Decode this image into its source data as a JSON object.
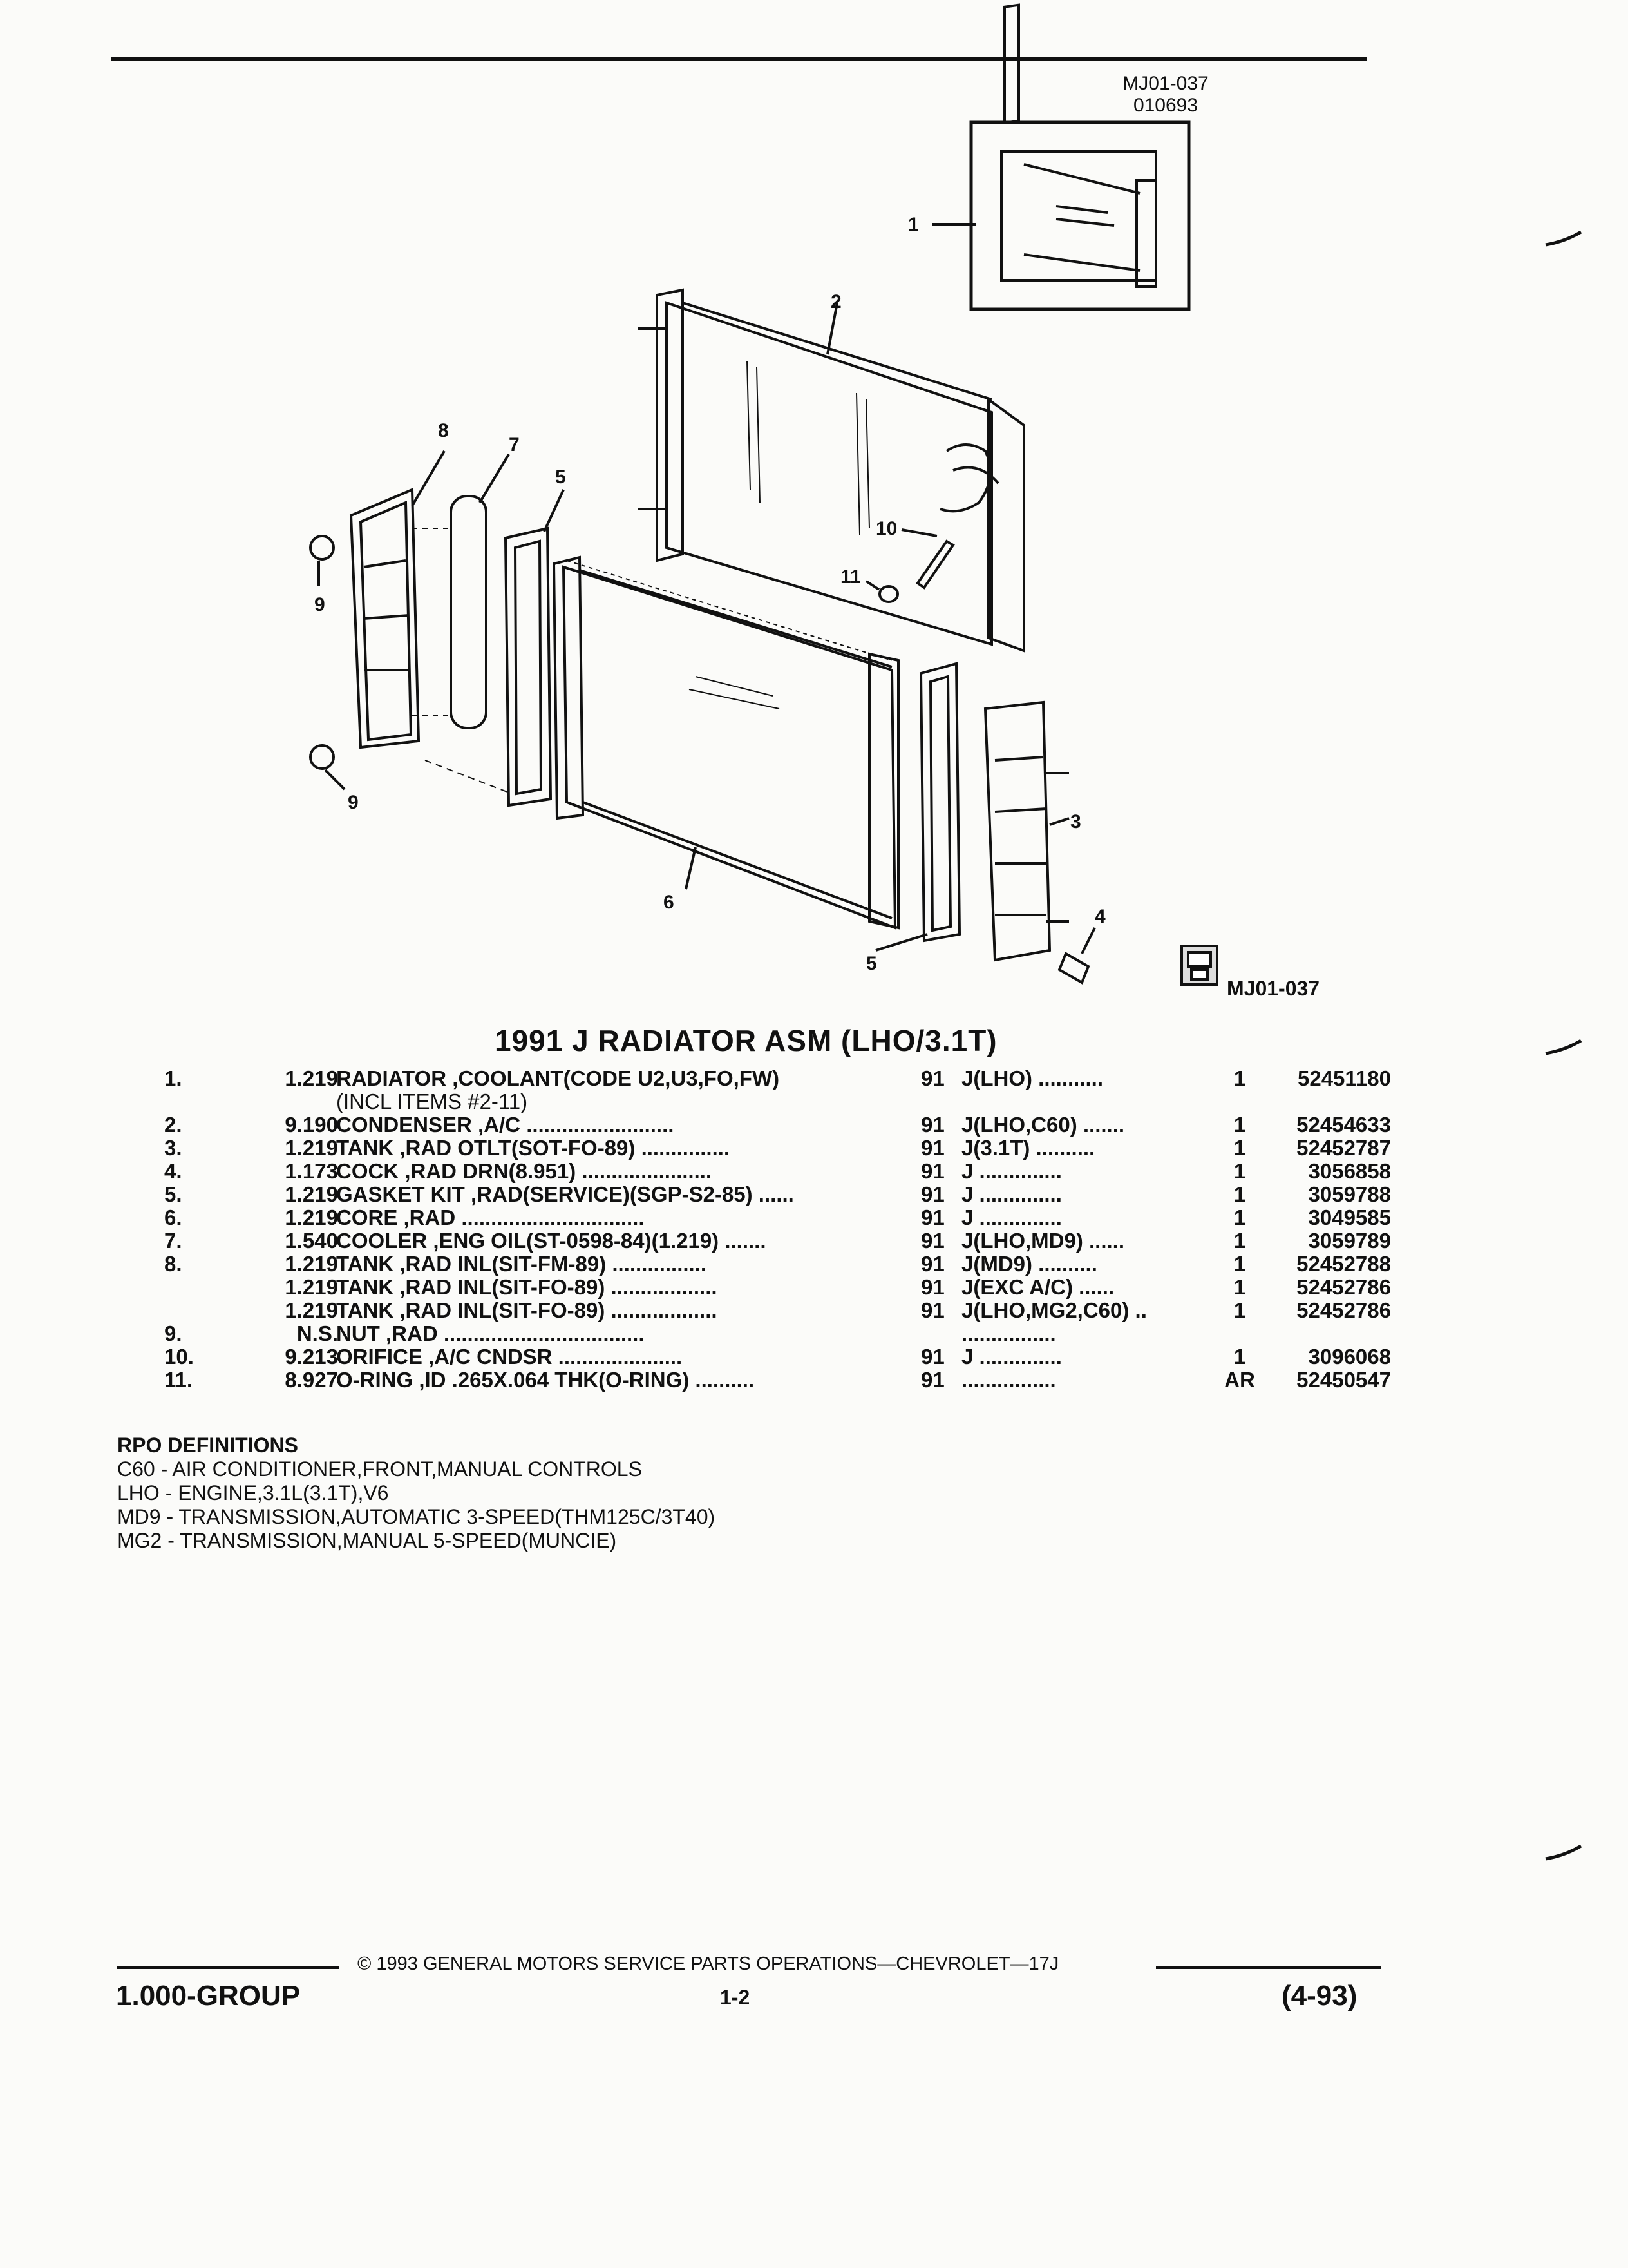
{
  "header": {
    "ref_code": "MJ01-037",
    "figure_code": "010693"
  },
  "illustration": {
    "callouts": [
      "1",
      "2",
      "3",
      "4",
      "5",
      "5",
      "6",
      "7",
      "8",
      "9",
      "9",
      "10",
      "11"
    ],
    "icon_label": "MJ01-037"
  },
  "section_title": "1991 J RADIATOR ASM (LHO/3.1T)",
  "parts": [
    {
      "no": "1.",
      "grp": "1.219",
      "desc": "RADIATOR ,COOLANT(CODE U2,U3,FO,FW)",
      "desc2": "(INCL ITEMS #2-11)",
      "yr": "91",
      "model": "J(LHO) ...........",
      "qty": "1",
      "pn": "52451180"
    },
    {
      "no": "2.",
      "grp": "9.190",
      "desc": "CONDENSER ,A/C .........................",
      "yr": "91",
      "model": "J(LHO,C60) .......",
      "qty": "1",
      "pn": "52454633"
    },
    {
      "no": "3.",
      "grp": "1.219",
      "desc": "TANK ,RAD OTLT(SOT-FO-89) ...............",
      "yr": "91",
      "model": "J(3.1T) ..........",
      "qty": "1",
      "pn": "52452787"
    },
    {
      "no": "4.",
      "grp": "1.173",
      "desc": "COCK ,RAD DRN(8.951) ......................",
      "yr": "91",
      "model": "J ..............",
      "qty": "1",
      "pn": "3056858"
    },
    {
      "no": "5.",
      "grp": "1.219",
      "desc": "GASKET KIT ,RAD(SERVICE)(SGP-S2-85) ......",
      "yr": "91",
      "model": "J ..............",
      "qty": "1",
      "pn": "3059788"
    },
    {
      "no": "6.",
      "grp": "1.219",
      "desc": "CORE ,RAD ...............................",
      "yr": "91",
      "model": "J ..............",
      "qty": "1",
      "pn": "3049585"
    },
    {
      "no": "7.",
      "grp": "1.540",
      "desc": "COOLER ,ENG OIL(ST-0598-84)(1.219) .......",
      "yr": "91",
      "model": "J(LHO,MD9) ......",
      "qty": "1",
      "pn": "3059789"
    },
    {
      "no": "8.",
      "grp": "1.219",
      "desc": "TANK ,RAD INL(SIT-FM-89) ................",
      "yr": "91",
      "model": "J(MD9) ..........",
      "qty": "1",
      "pn": "52452788"
    },
    {
      "no": "",
      "grp": "1.219",
      "desc": "TANK ,RAD INL(SIT-FO-89) ..................",
      "yr": "91",
      "model": "J(EXC A/C) ......",
      "qty": "1",
      "pn": "52452786"
    },
    {
      "no": "",
      "grp": "1.219",
      "desc": "TANK ,RAD INL(SIT-FO-89) ..................",
      "yr": "91",
      "model": "J(LHO,MG2,C60) ..",
      "qty": "1",
      "pn": "52452786"
    },
    {
      "no": "9.",
      "grp": "N.S.",
      "desc": "NUT ,RAD ..................................",
      "yr": "",
      "model": "................",
      "qty": "",
      "pn": ""
    },
    {
      "no": "10.",
      "grp": "9.213",
      "desc": "ORIFICE ,A/C CNDSR .....................",
      "yr": "91",
      "model": "J ..............",
      "qty": "1",
      "pn": "3096068"
    },
    {
      "no": "11.",
      "grp": "8.927",
      "desc": "O-RING ,ID .265X.064 THK(O-RING) ..........",
      "yr": "91",
      "model": "................",
      "qty": "AR",
      "pn": "52450547"
    }
  ],
  "rpo": {
    "heading": "RPO DEFINITIONS",
    "defs": [
      "C60 - AIR CONDITIONER,FRONT,MANUAL CONTROLS",
      "LHO - ENGINE,3.1L(3.1T),V6",
      "MD9 - TRANSMISSION,AUTOMATIC 3-SPEED(THM125C/3T40)",
      "MG2 - TRANSMISSION,MANUAL 5-SPEED(MUNCIE)"
    ]
  },
  "footer": {
    "copyright": "© 1993 GENERAL MOTORS SERVICE PARTS OPERATIONS—CHEVROLET—17J",
    "group": "1.000-GROUP",
    "page": "1-2",
    "date": "(4-93)"
  }
}
